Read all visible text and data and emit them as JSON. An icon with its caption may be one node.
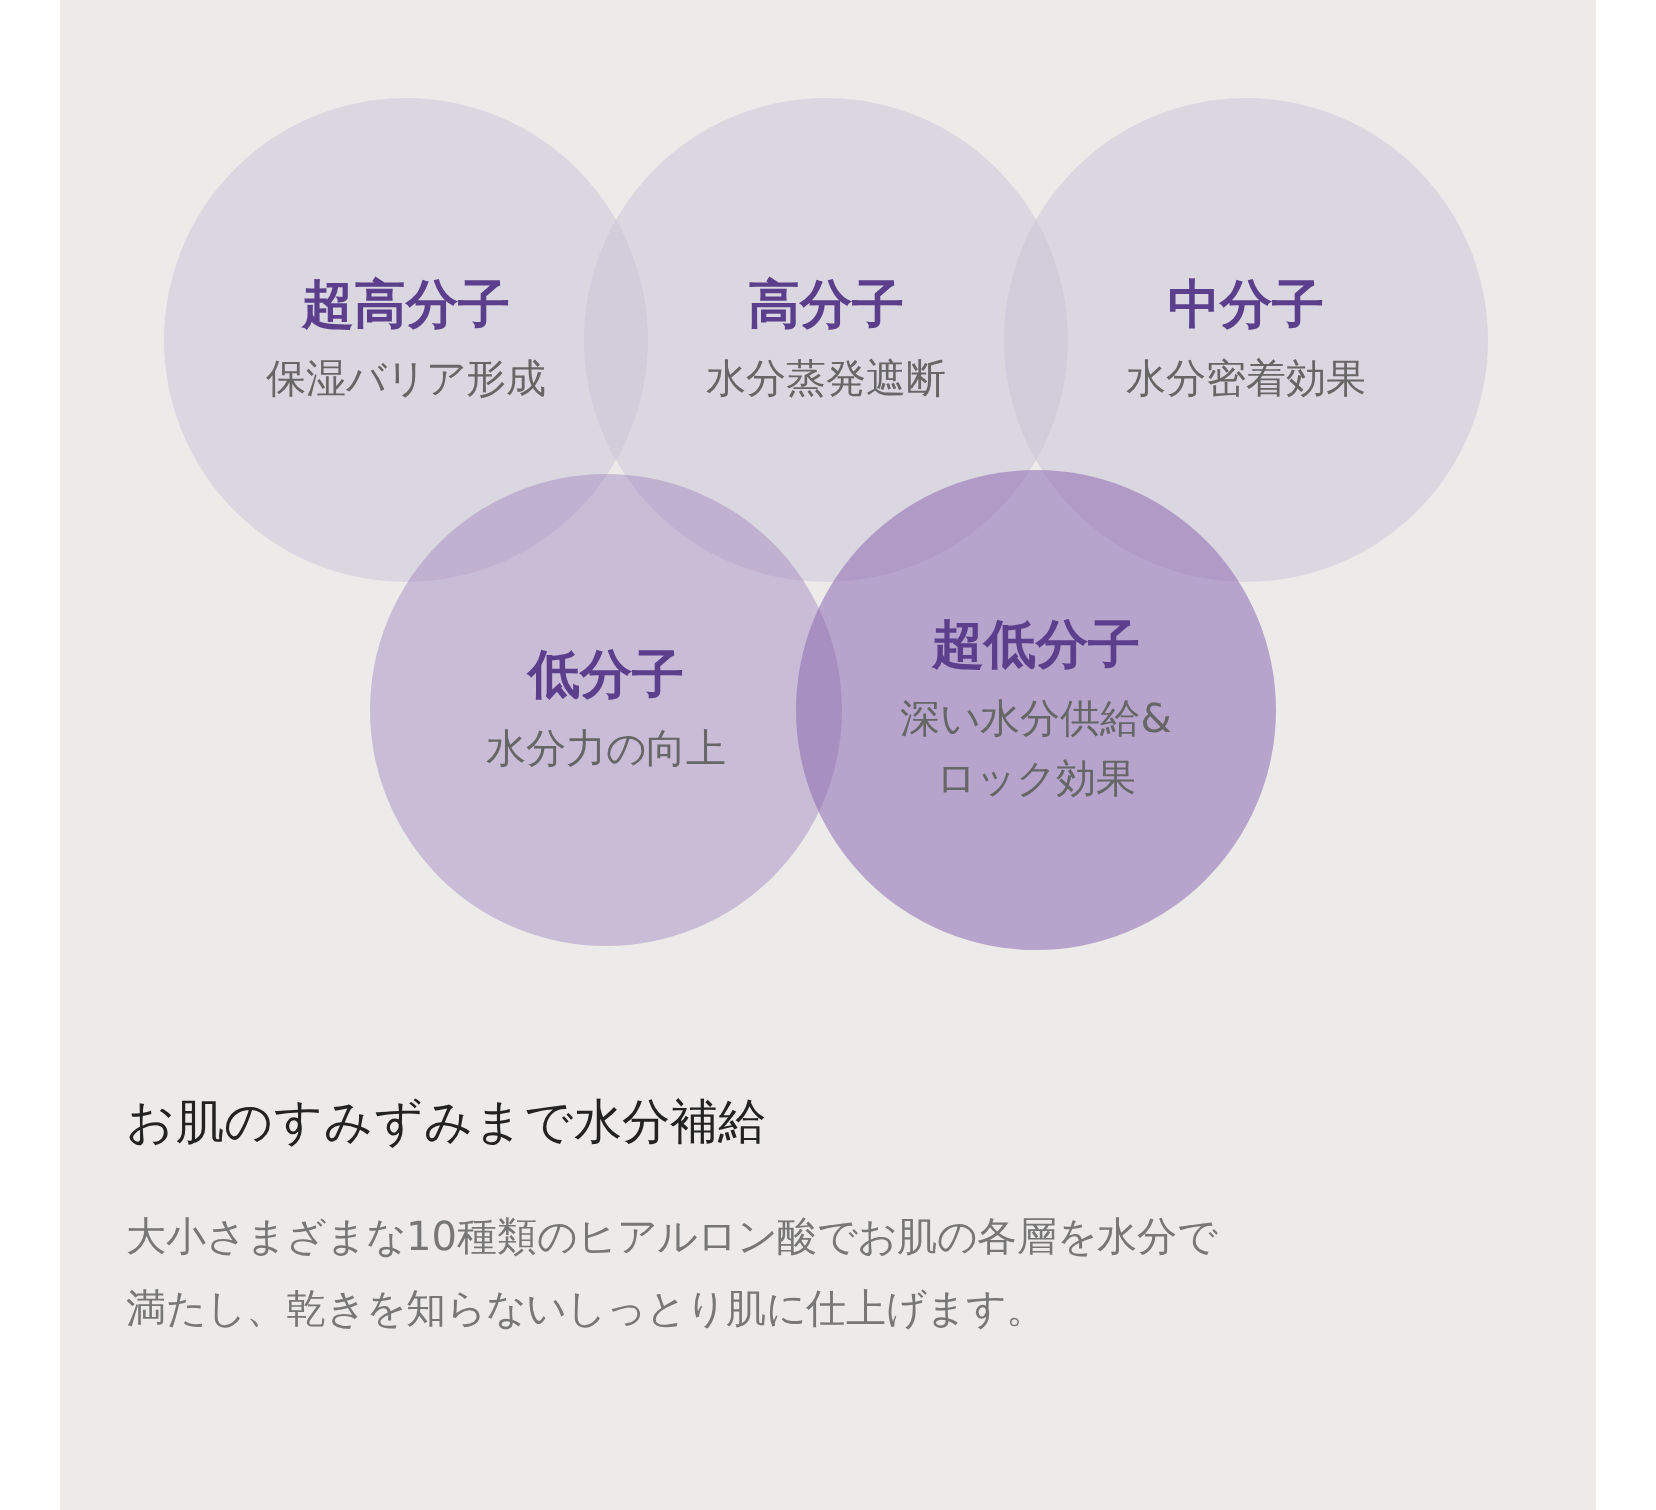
{
  "diagram": {
    "title": "お肌のすみずみまで水分補給",
    "caption": "大小さまざまな10種類のヒアルロン酸でお肌の各層を水分で満たし、乾きを知らないしっとり肌に仕上げます。",
    "nodes": [
      {
        "text": [
          "超高分子",
          "保湿バリア形成"
        ]
      },
      {
        "text": [
          "高分子",
          "水分蒸発遮断"
        ]
      },
      {
        "text": [
          "中分子",
          "水分密着効果"
        ]
      },
      {
        "text": [
          "低分子",
          "水分力の向上"
        ]
      },
      {
        "text": [
          "超低分子",
          "深い水分供給&ロック効果"
        ]
      }
    ],
    "edges": []
  }
}
